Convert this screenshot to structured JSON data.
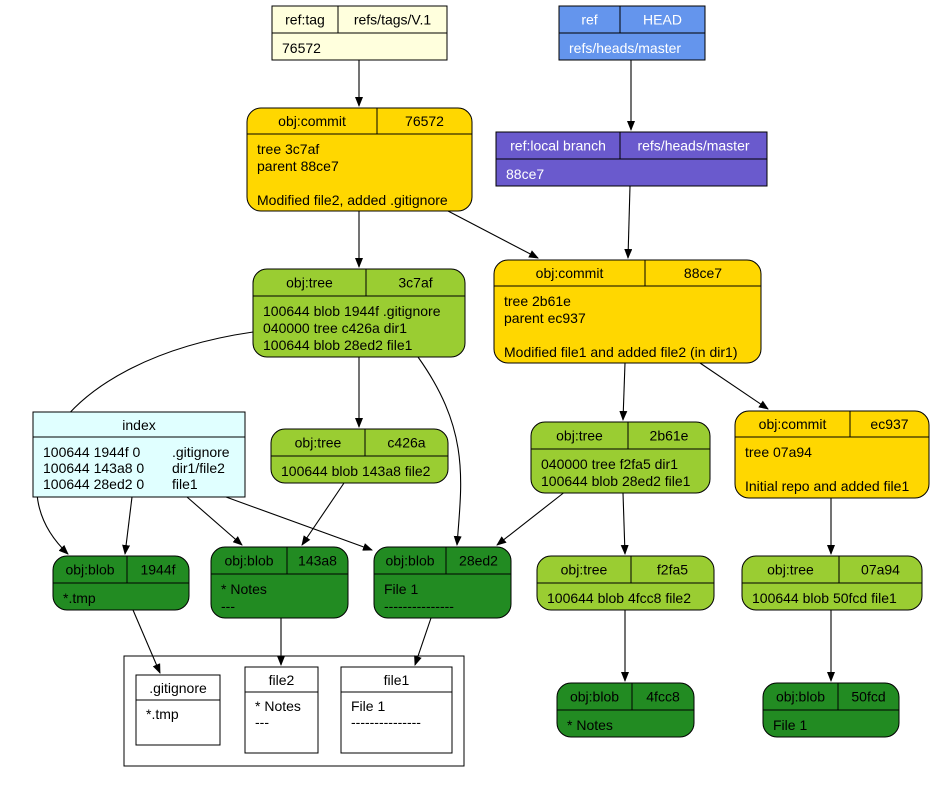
{
  "colors": {
    "tag_fill": "#ffffdd",
    "ref_fill": "#6495ed",
    "branch_fill": "#6a5acd",
    "commit_fill": "#ffd700",
    "tree_fill": "#9acd32",
    "blob_fill": "#228b22",
    "index_fill": "#e0ffff",
    "file_fill": "#ffffff",
    "stroke": "#000000"
  },
  "tag": {
    "type": "ref:tag",
    "name": "refs/tags/V.1",
    "lines": [
      "76572"
    ]
  },
  "head": {
    "type": "ref",
    "name": "HEAD",
    "lines": [
      "refs/heads/master"
    ]
  },
  "branch": {
    "type": "ref:local branch",
    "name": "refs/heads/master",
    "lines": [
      "88ce7"
    ]
  },
  "commit_76572": {
    "type": "obj:commit",
    "name": "76572",
    "lines": [
      "tree 3c7af",
      "parent 88ce7",
      "",
      "Modified file2, added .gitignore"
    ]
  },
  "commit_88ce7": {
    "type": "obj:commit",
    "name": "88ce7",
    "lines": [
      "tree 2b61e",
      "parent ec937",
      "",
      "Modified file1 and added file2 (in dir1)"
    ]
  },
  "commit_ec937": {
    "type": "obj:commit",
    "name": "ec937",
    "lines": [
      "tree 07a94",
      "",
      "Initial repo and added file1"
    ]
  },
  "tree_3c7af": {
    "type": "obj:tree",
    "name": "3c7af",
    "lines": [
      "100644 blob 1944f  .gitignore",
      "040000 tree c426a  dir1",
      "100644 blob 28ed2  file1"
    ]
  },
  "tree_c426a": {
    "type": "obj:tree",
    "name": "c426a",
    "lines": [
      "100644 blob 143a8  file2"
    ]
  },
  "tree_2b61e": {
    "type": "obj:tree",
    "name": "2b61e",
    "lines": [
      "040000 tree f2fa5  dir1",
      "100644 blob 28ed2  file1"
    ]
  },
  "tree_f2fa5": {
    "type": "obj:tree",
    "name": "f2fa5",
    "lines": [
      "100644 blob 4fcc8  file2"
    ]
  },
  "tree_07a94": {
    "type": "obj:tree",
    "name": "07a94",
    "lines": [
      "100644 blob 50fcd  file1"
    ]
  },
  "index": {
    "title": "index",
    "entries": [
      {
        "entry": "100644 1944f 0",
        "path": ".gitignore"
      },
      {
        "entry": "100644 143a8 0",
        "path": "dir1/file2"
      },
      {
        "entry": "100644 28ed2 0",
        "path": "file1"
      }
    ]
  },
  "blob_1944f": {
    "type": "obj:blob",
    "name": "1944f",
    "lines": [
      "*.tmp"
    ]
  },
  "blob_143a8": {
    "type": "obj:blob",
    "name": "143a8",
    "lines": [
      "* Notes",
      "---"
    ]
  },
  "blob_28ed2": {
    "type": "obj:blob",
    "name": "28ed2",
    "lines": [
      "File 1",
      "---------------"
    ]
  },
  "blob_4fcc8": {
    "type": "obj:blob",
    "name": "4fcc8",
    "lines": [
      "* Notes"
    ]
  },
  "blob_50fcd": {
    "type": "obj:blob",
    "name": "50fcd",
    "lines": [
      "File 1"
    ]
  },
  "working_dir": {
    "files": [
      {
        "name": ".gitignore",
        "lines": [
          "*.tmp"
        ]
      },
      {
        "name": "file2",
        "lines": [
          "* Notes",
          "---"
        ]
      },
      {
        "name": "file1",
        "lines": [
          "File 1",
          "---------------"
        ]
      }
    ]
  }
}
